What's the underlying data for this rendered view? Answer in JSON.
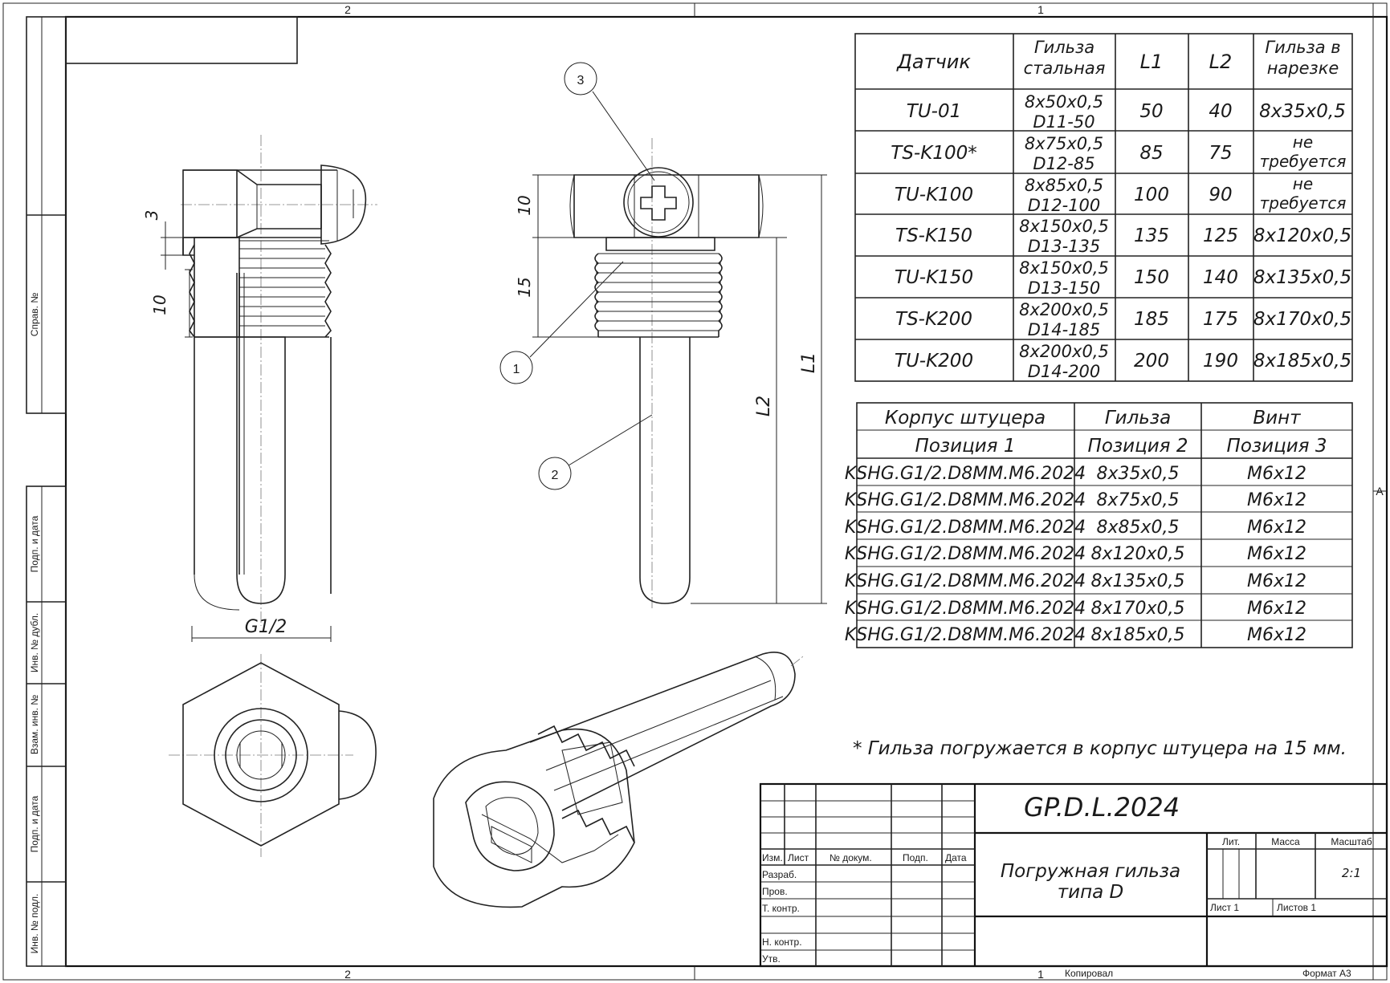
{
  "frame": {
    "zone_top_left": "2",
    "zone_top_right": "1",
    "zone_bottom_left": "2",
    "zone_bottom_right": "1",
    "zone_side": "A",
    "copied_by": "Копировал",
    "format": "Формат A3",
    "side_labels": [
      "Справ. №",
      "Подп. и дата",
      "Инв. № дубл.",
      "Взам. инв. №",
      "Подп. и дата",
      "Инв. № подл."
    ]
  },
  "dimensions": {
    "d3": "3",
    "d10_left": "10",
    "g12": "G1/2",
    "d10_top": "10",
    "d15": "15",
    "l2": "L2",
    "l1": "L1"
  },
  "callouts": [
    "1",
    "2",
    "3"
  ],
  "sensor_table": {
    "headers": [
      "Датчик",
      "Гильза стальная",
      "L1",
      "L2",
      "Гильза в нарезке"
    ],
    "rows": [
      [
        "TU-01",
        "8x50x0,5",
        "D11-50",
        "50",
        "40",
        "8x35x0,5"
      ],
      [
        "TS-K100*",
        "8x75x0,5",
        "D12-85",
        "85",
        "75",
        "не требуется"
      ],
      [
        "TU-K100",
        "8x85x0,5",
        "D12-100",
        "100",
        "90",
        "не требуется"
      ],
      [
        "TS-K150",
        "8x150x0,5",
        "D13-135",
        "135",
        "125",
        "8x120x0,5"
      ],
      [
        "TU-K150",
        "8x150x0,5",
        "D13-150",
        "150",
        "140",
        "8x135x0,5"
      ],
      [
        "TS-K200",
        "8x200x0,5",
        "D14-185",
        "185",
        "175",
        "8x170x0,5"
      ],
      [
        "TU-K200",
        "8x200x0,5",
        "D14-200",
        "200",
        "190",
        "8x185x0,5"
      ]
    ]
  },
  "parts_table": {
    "headers": [
      "Корпус штуцера",
      "Гильза",
      "Винт"
    ],
    "positions": [
      "Позиция 1",
      "Позиция 2",
      "Позиция 3"
    ],
    "rows": [
      [
        "KSHG.G1/2.D8MM.M6.2024",
        "8x35x0,5",
        "M6x12"
      ],
      [
        "KSHG.G1/2.D8MM.M6.2024",
        "8x75x0,5",
        "M6x12"
      ],
      [
        "KSHG.G1/2.D8MM.M6.2024",
        "8x85x0,5",
        "M6x12"
      ],
      [
        "KSHG.G1/2.D8MM.M6.2024",
        "8x120x0,5",
        "M6x12"
      ],
      [
        "KSHG.G1/2.D8MM.M6.2024",
        "8x135x0,5",
        "M6x12"
      ],
      [
        "KSHG.G1/2.D8MM.M6.2024",
        "8x170x0,5",
        "M6x12"
      ],
      [
        "KSHG.G1/2.D8MM.M6.2024",
        "8x185x0,5",
        "M6x12"
      ]
    ]
  },
  "note": "* Гильза погружается в корпус штуцера на 15 мм.",
  "title_block": {
    "designation": "GP.D.L.2024",
    "name_line1": "Погружная гильза",
    "name_line2": "типа D",
    "col_izm": "Изм.",
    "col_list": "Лист",
    "col_doc": "№ докум.",
    "col_sign": "Подп.",
    "col_date": "Дата",
    "razrab": "Разраб.",
    "prov": "Пров.",
    "tkontr": "Т. контр.",
    "nkontr": "Н. контр.",
    "utv": "Утв.",
    "lit": "Лит.",
    "mass": "Масса",
    "scale_label": "Масштаб",
    "scale_value": "2:1",
    "sheet": "Лист 1",
    "sheets": "Листов 1"
  }
}
